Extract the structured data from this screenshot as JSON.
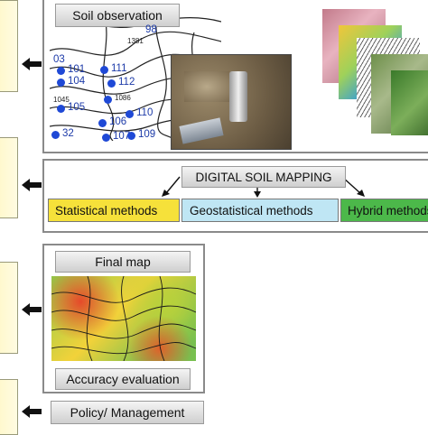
{
  "soil_observation": {
    "title": "Soil observation",
    "point_labels": [
      "98",
      "1381",
      "03",
      "101",
      "111",
      "104",
      "112",
      "1045",
      "105",
      "110",
      "106",
      "32",
      "107",
      "109",
      "1086"
    ]
  },
  "dsm": {
    "title": "DIGITAL SOIL MAPPING",
    "methods": [
      {
        "label": "Statistical methods",
        "color": "#f6e13a"
      },
      {
        "label": "Geostatistical methods",
        "color": "#bfe6f4"
      },
      {
        "label": "Hybrid methods",
        "color": "#4cb84a"
      }
    ]
  },
  "final": {
    "title": "Final map",
    "accuracy_label": "Accuracy evaluation"
  },
  "policy": {
    "label": "Policy/ Management"
  },
  "colors": {
    "panel_border": "#8a8a8a",
    "arrow": "#111111",
    "point": "#1f49d6"
  }
}
